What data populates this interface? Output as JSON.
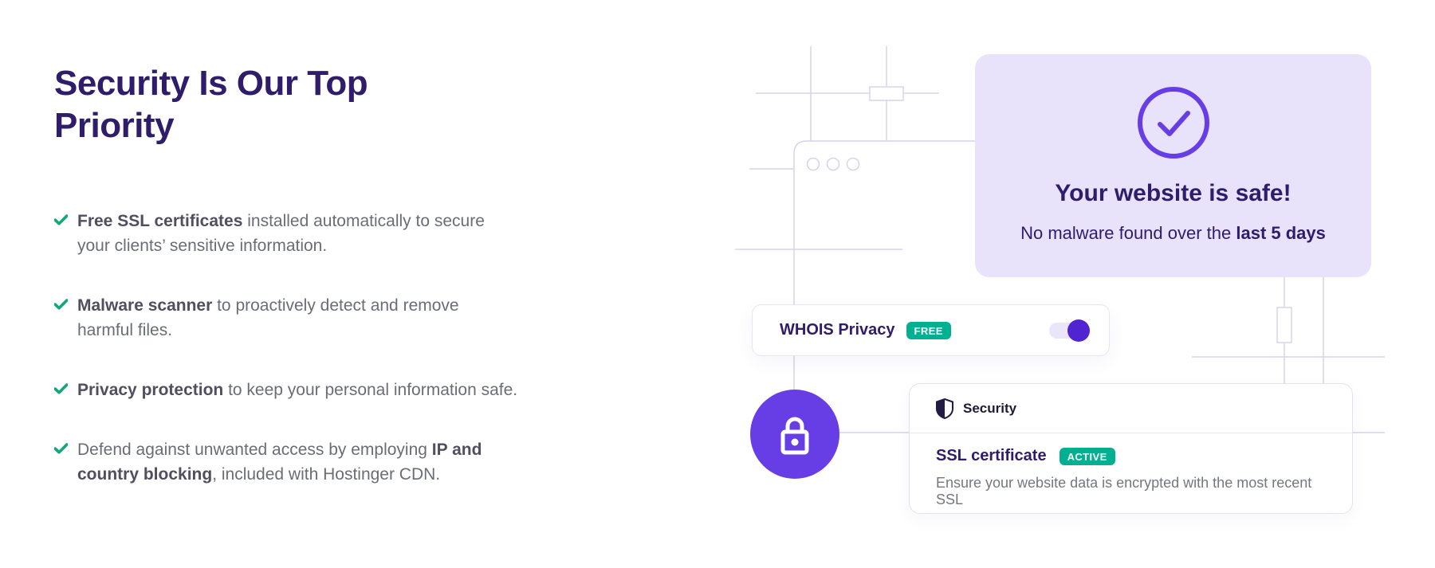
{
  "page": {
    "background": "#ffffff"
  },
  "colors": {
    "heading": "#2f1c6a",
    "accent_purple": "#673de6",
    "toggle_knob_purple": "#5025d1",
    "badge_green": "#00b090",
    "check_green": "#12a77e",
    "safe_card_bg": "#e8e2fb",
    "deco_line": "#d6d4ea"
  },
  "hero": {
    "title": "Security Is Our Top Priority",
    "features": [
      {
        "segments": [
          {
            "text": "Free SSL certificates",
            "bold": true
          },
          {
            "text": " installed automatically to secure",
            "bold": false
          },
          {
            "br": true
          },
          {
            "text": "your clients’ sensitive information.",
            "bold": false
          }
        ]
      },
      {
        "segments": [
          {
            "text": "Malware scanner",
            "bold": true
          },
          {
            "text": " to proactively detect and remove",
            "bold": false
          },
          {
            "br": true
          },
          {
            "text": "harmful files.",
            "bold": false
          }
        ]
      },
      {
        "segments": [
          {
            "text": "Privacy protection",
            "bold": true
          },
          {
            "text": " to keep your personal information safe.",
            "bold": false
          }
        ]
      },
      {
        "segments": [
          {
            "text": "Defend against unwanted access by employing ",
            "bold": false
          },
          {
            "text": "IP and",
            "bold": true
          },
          {
            "br": true
          },
          {
            "text": "country blocking",
            "bold": true
          },
          {
            "text": ", included with Hostinger CDN.",
            "bold": false
          }
        ]
      }
    ]
  },
  "illustration": {
    "safe_card": {
      "title": "Your website is safe!",
      "subtitle_prefix": "No malware found over the ",
      "subtitle_bold": "last 5 days"
    },
    "whois_card": {
      "label": "WHOIS Privacy",
      "badge": "FREE",
      "toggle_on": true
    },
    "security_card": {
      "header": "Security",
      "row_title": "SSL certificate",
      "row_badge": "ACTIVE",
      "description": "Ensure your website data is encrypted with the most recent SSL"
    },
    "icons": {
      "check_circle": "check-circle-icon",
      "lock": "lock-icon",
      "shield": "shield-icon",
      "browser_dots": "browser-window-dots"
    }
  }
}
